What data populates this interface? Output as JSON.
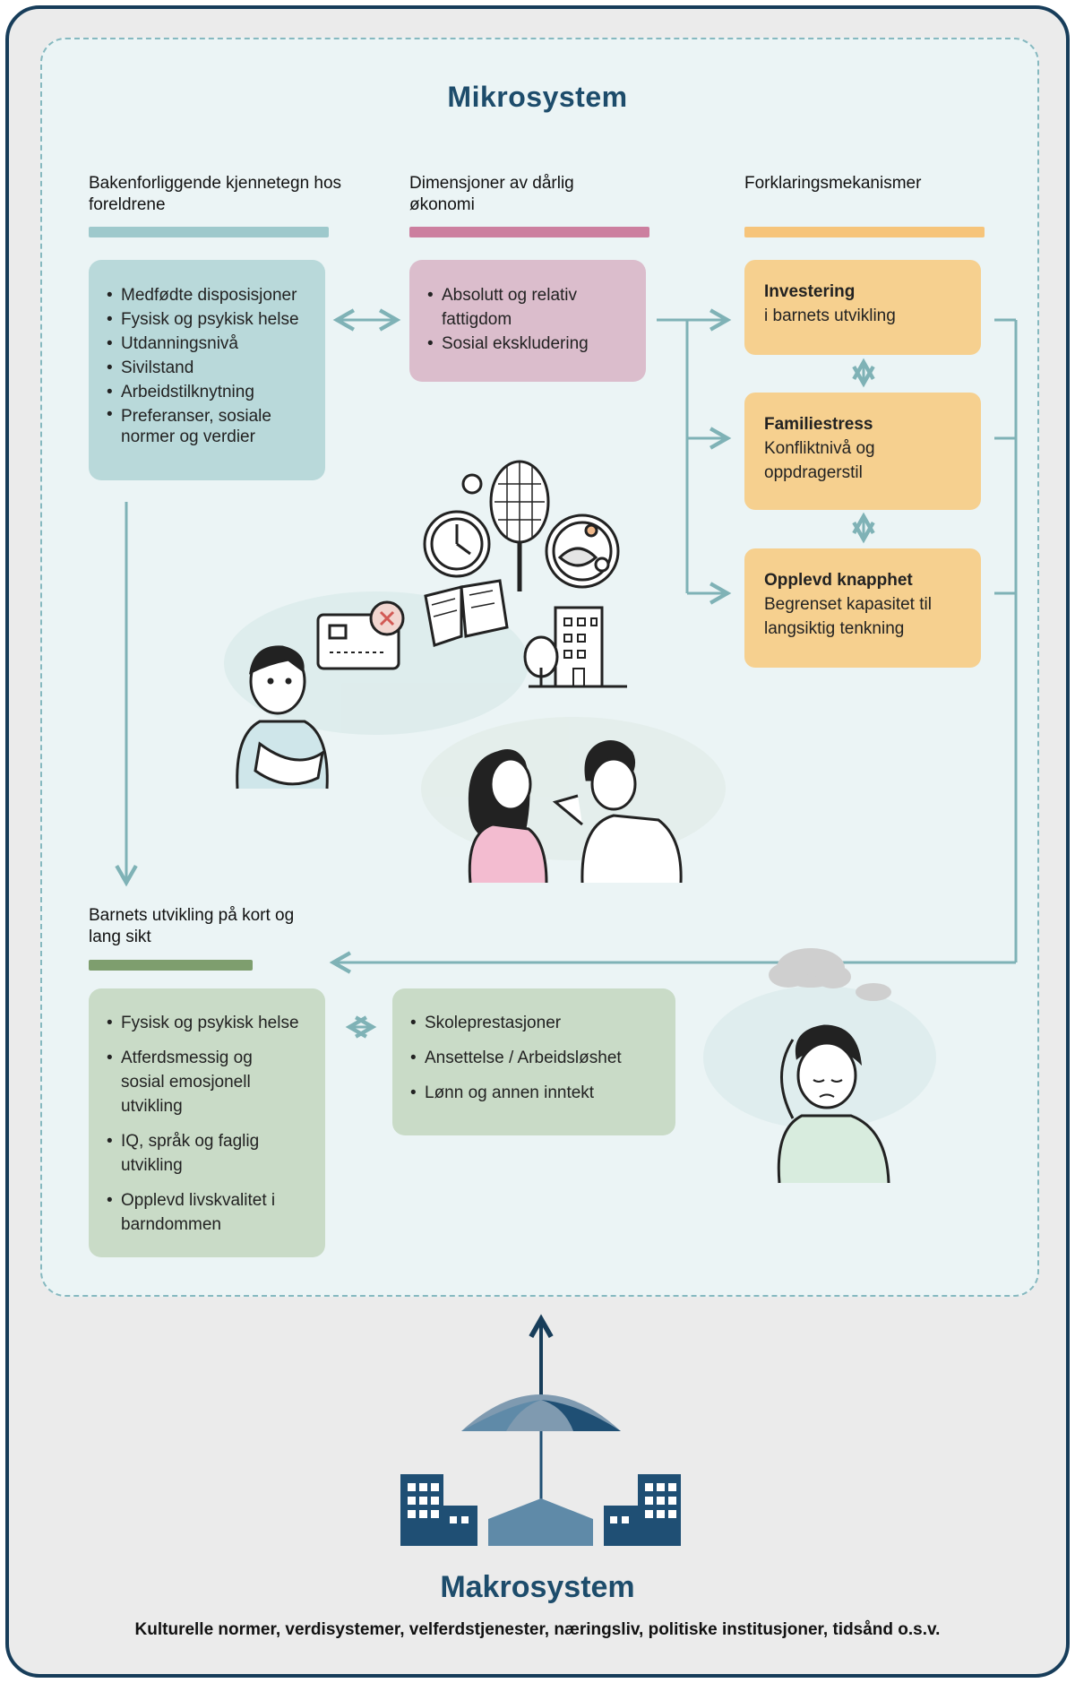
{
  "micro": {
    "title": "Mikrosystem",
    "col1_heading": "Bakenforliggende kjennetegn hos foreldrene",
    "col2_heading": "Dimensjoner av dårlig økonomi",
    "col3_heading": "Forklaringsmekanismer",
    "parents_items": [
      "Medfødte disposisjoner",
      "Fysisk og psykisk helse",
      "Utdanningsnivå",
      "Sivilstand",
      "Arbeidstilknytning",
      "Preferanser, sosiale normer og verdier"
    ],
    "economy_items": [
      "Absolutt og relativ fattigdom",
      "Sosial ekskludering"
    ],
    "mechanisms": [
      {
        "title": "Investering",
        "text": "i barnets utvikling"
      },
      {
        "title": "Familiestress",
        "text": "Konfliktnivå og oppdragerstil"
      },
      {
        "title": "Opplevd knapphet",
        "text": "Begrenset kapasitet til langsiktig tenkning"
      }
    ],
    "child_heading": "Barnets utvikling på kort og lang sikt",
    "child_items": [
      "Fysisk og psykisk helse",
      "Atferdsmessig og sosial emosjonell utvikling",
      "IQ, språk og faglig utvikling",
      "Opplevd livskvalitet i barndommen"
    ],
    "outcome_items": [
      "Skoleprestasjoner",
      "Ansettelse / Arbeidsløshet",
      "Lønn og annen inntekt"
    ]
  },
  "macro": {
    "title": "Makrosystem",
    "subtitle": "Kulturelle normer, verdisystemer, velferdstjenester, næringsliv, politiske institusjoner, tidsånd o.s.v."
  },
  "colors": {
    "frame": "#173d5a",
    "teal_bar": "#9ec9cc",
    "pink_bar": "#cc7f9f",
    "orange_bar": "#f6c47a",
    "green_bar": "#7e9e6e",
    "teal_box": "#b9d9da",
    "pink_box": "#dbbdcc",
    "orange_box": "#f6d08f",
    "green_box": "#c9dbc7",
    "arrow": "#7fb2b6"
  },
  "icons": [
    "clock-icon",
    "tennis-racket-icon",
    "fish-plate-icon",
    "book-icon",
    "credit-card-declined-icon",
    "apartment-building-icon",
    "tree-icon",
    "worried-man-illustration",
    "arguing-couple-illustration",
    "sad-child-illustration",
    "cloud-icon",
    "umbrella-icon",
    "city-buildings-icon"
  ]
}
